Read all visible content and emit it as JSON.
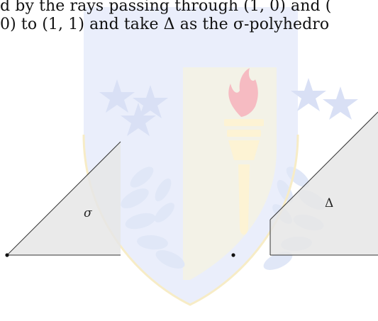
{
  "text": {
    "line1": "d by the rays passing through (1, 0) and (",
    "line2": "0) to (1, 1) and take Δ as the σ-polyhedro"
  },
  "figure": {
    "left_label": "σ",
    "right_label": "Δ"
  },
  "watermark": {
    "description_icon": "university-shield-torch-watermark",
    "colors": {
      "shield": "#e9eefb",
      "stars": "#d7dff5",
      "torch_cup": "#fdf3d2",
      "flame": "#f6b8bf",
      "leaves": "#dfe6f7",
      "leaves_dark": "#c9d3ef"
    }
  },
  "colors": {
    "fill": "#e6e6e6",
    "stroke": "#333333"
  }
}
